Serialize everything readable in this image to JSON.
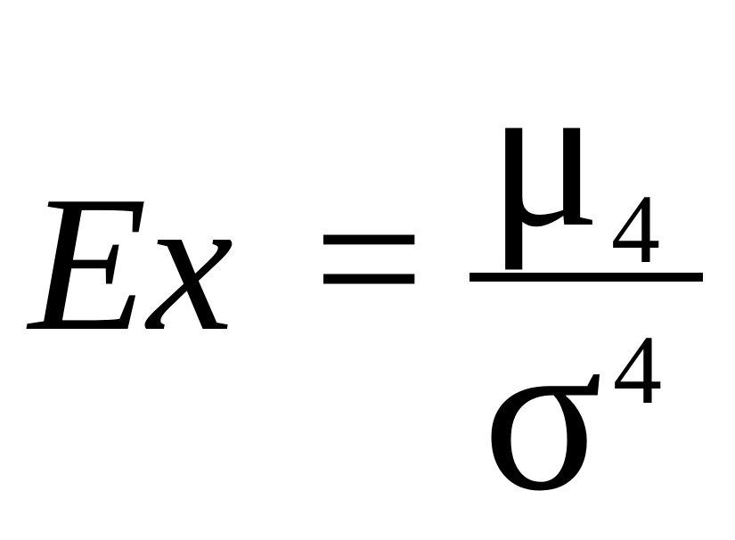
{
  "formula": {
    "lhs": "Ex",
    "equals": "=",
    "numerator": {
      "symbol": "μ",
      "subscript": "4"
    },
    "denominator": {
      "symbol": "σ",
      "superscript": "4"
    },
    "text_color": "#000000",
    "background": "#ffffff"
  }
}
